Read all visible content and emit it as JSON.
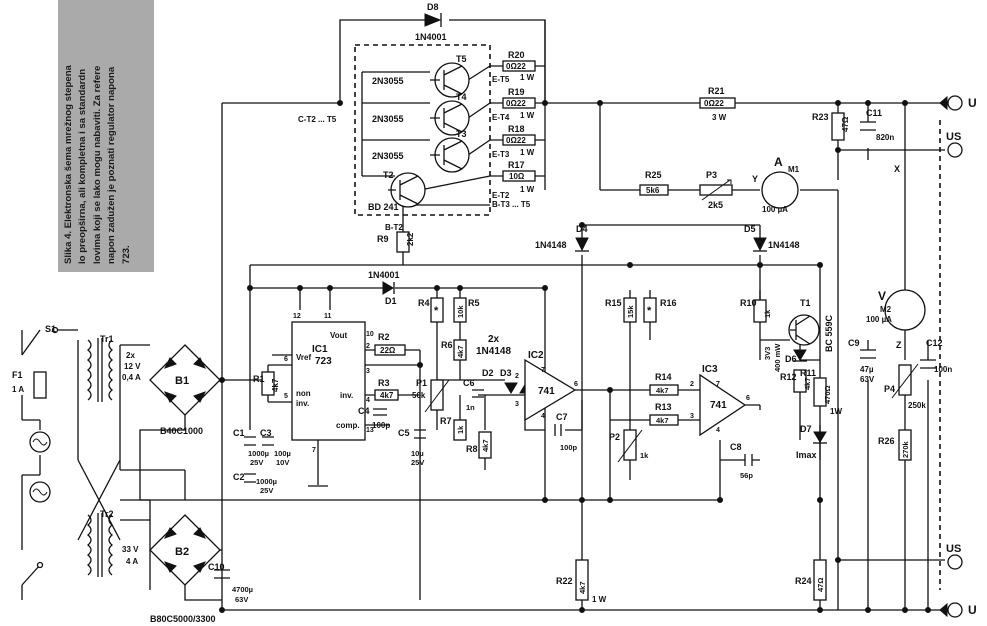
{
  "caption": {
    "lines": [
      "Slika 4. Elektronska šema mrežnog stepena",
      "lo preopširna, ali kompletna i sa standardn",
      "lovima koji se lako mogu nabaviti. Za refere",
      "napon zadužen je poznati regulator napona",
      "723."
    ]
  },
  "labels": {
    "d8": "D8",
    "d8_type": "1N4001",
    "t5": "T5",
    "t4": "T4",
    "t3": "T3",
    "t_type": "2N3055",
    "t2": "T2",
    "t2_type": "BD 241",
    "ct2": "C-T2 ... T5",
    "bt2": "B-T2",
    "bt3": "B-T3 ... T5",
    "et5": "E-T5",
    "et4": "E-T4",
    "et3": "E-T3",
    "et2": "E-T2",
    "r20": "R20",
    "r19": "R19",
    "r18": "R18",
    "r17": "R17",
    "r20v": "0Ω22",
    "r19v": "0Ω22",
    "r18v": "0Ω22",
    "r17v": "10Ω",
    "w1a": "1 W",
    "w1b": "1 W",
    "w1c": "1 W",
    "w1d": "1 W",
    "r21": "R21",
    "r21v": "0Ω22",
    "r21w": "3 W",
    "r9": "R9",
    "r9v": "2k2",
    "r25": "R25",
    "r25v": "5k6",
    "p3": "P3",
    "p3v": "2k5",
    "m1a": "A",
    "m1": "M1",
    "m1v": "100 µA",
    "y": "Y",
    "r23": "R23",
    "r23v": "47Ω",
    "c11": "C11",
    "c11v": "820n",
    "x": "X",
    "u_plus": "U",
    "us_plus": "US",
    "us_minus": "US",
    "u_minus": "U",
    "d4": "D4",
    "d4_type": "1N4148",
    "d5": "D5",
    "d5_type": "1N4148",
    "d1": "D1",
    "d1_type": "1N4001",
    "s1": "S1",
    "f1": "F1",
    "f1v": "1 A",
    "tr1": "Tr1",
    "tr2": "Tr2",
    "tr1v1": "2x",
    "tr1v2": "12 V",
    "tr1v3": "0,4 A",
    "tr2v1": "33 V",
    "tr2v2": "4 A",
    "b1": "B1",
    "b1_type": "B40C1000",
    "b2": "B2",
    "b2_type": "B80C5000/3300",
    "r1": "R1",
    "r1v": "4k7",
    "ic1": "IC1",
    "ic1_type": "723",
    "vref": "Vref",
    "vout": "Vout",
    "noninv1": "non",
    "noninv2": "inv.",
    "inv": "inv.",
    "comp": "comp.",
    "pin6": "6",
    "pin5": "5",
    "pin12": "12",
    "pin11": "11",
    "pin10": "10",
    "pin2": "2",
    "pin3": "3",
    "pin4": "4",
    "pin13": "13",
    "pin7": "7",
    "r2": "R2",
    "r2v": "22Ω",
    "r3": "R3",
    "r3v": "4k7",
    "c4": "C4",
    "c4v": "100p",
    "c1": "C1",
    "c1v1": "1000µ",
    "c1v2": "25V",
    "c3": "C3",
    "c3v1": "100µ",
    "c3v2": "10V",
    "c2": "C2",
    "c2v1": "1000µ",
    "c2v2": "25V",
    "c5": "C5",
    "c5v1": "10µ",
    "c5v2": "25V",
    "c10": "C10",
    "c10v1": "4700µ",
    "c10v2": "63V",
    "r4": "R4",
    "r4v": "*",
    "r5": "R5",
    "r5v": "10k",
    "r6": "R6",
    "r6v": "4k7",
    "p1": "P1",
    "p1v": "50k",
    "r7": "R7",
    "r7v": "1k",
    "c6": "C6",
    "c6v": "1n",
    "r8": "R8",
    "r8v": "4k7",
    "d2d3a": "2x",
    "d2d3b": "1N4148",
    "d2": "D2",
    "d3": "D3",
    "ic2": "IC2",
    "ic2_type": "741",
    "c7": "C7",
    "c7v": "100p",
    "ic2p7": "7",
    "ic2p2": "2",
    "ic2p3": "3",
    "ic2p4": "4",
    "ic2p6": "6",
    "r15": "R15",
    "r15v": "15k",
    "r16": "R16",
    "r16v": "*",
    "r14": "R14",
    "r14v": "4k7",
    "r13": "R13",
    "r13v": "4k7",
    "p2": "P2",
    "p2v": "1k",
    "ic3": "IC3",
    "ic3_type": "741",
    "c8": "C8",
    "c8v": "56p",
    "ic3p7": "7",
    "ic3p2": "2",
    "ic3p3": "3",
    "ic3p4": "4",
    "ic3p6": "6",
    "r10": "R10",
    "r10v": "1k",
    "t1": "T1",
    "t1_type": "BC 559C",
    "d6": "D6",
    "d6v1": "3V3",
    "d6v2": "400 mW",
    "r12": "R12",
    "r12v": "4k7",
    "r11": "R11",
    "r11v": "470Ω",
    "r11w": "1W",
    "d7": "D7",
    "imax": "Imax",
    "c9": "C9",
    "c9v1": "47µ",
    "c9v2": "63V",
    "m2v": "V",
    "m2": "M2",
    "m2r": "100 µA",
    "z": "Z",
    "c12": "C12",
    "c12v": "100n",
    "p4": "P4",
    "p4v": "250k",
    "r26": "R26",
    "r26v": "270k",
    "r22": "R22",
    "r22v": "4k7",
    "r22w": "1 W",
    "r24": "R24",
    "r24v": "47Ω"
  }
}
